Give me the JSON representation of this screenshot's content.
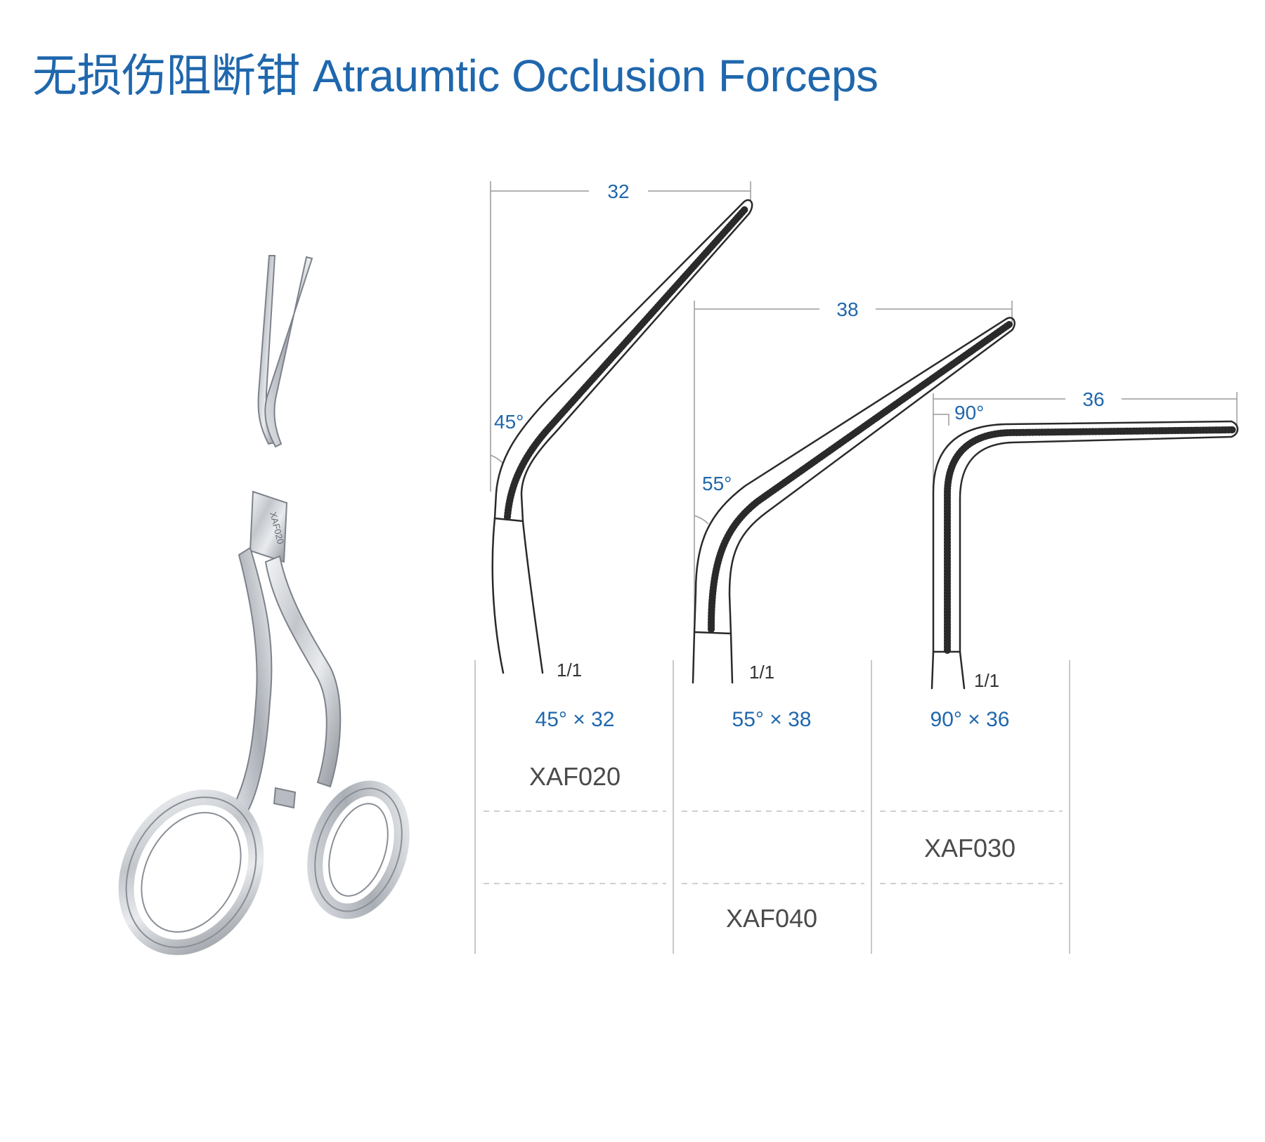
{
  "title": {
    "zh": "无损伤阻断钳",
    "en": "Atraumtic Occlusion Forceps"
  },
  "colors": {
    "accent": "#1f67ad",
    "code_text": "#4a4a4a",
    "instrument_line": "#2a2a2a",
    "grid_line": "#c8c8c8"
  },
  "instrument_photo": {
    "engraving": "XAF020"
  },
  "variants": [
    {
      "dimension": "32",
      "angle": "45°",
      "scale": "1/1",
      "spec": "45° × 32"
    },
    {
      "dimension": "38",
      "angle": "55°",
      "scale": "1/1",
      "spec": "55° × 38"
    },
    {
      "dimension": "36",
      "angle": "90°",
      "scale": "1/1",
      "spec": "90° × 36"
    }
  ],
  "codes": {
    "col1_row1": "XAF020",
    "col3_row2": "XAF030",
    "col2_row3": "XAF040"
  }
}
